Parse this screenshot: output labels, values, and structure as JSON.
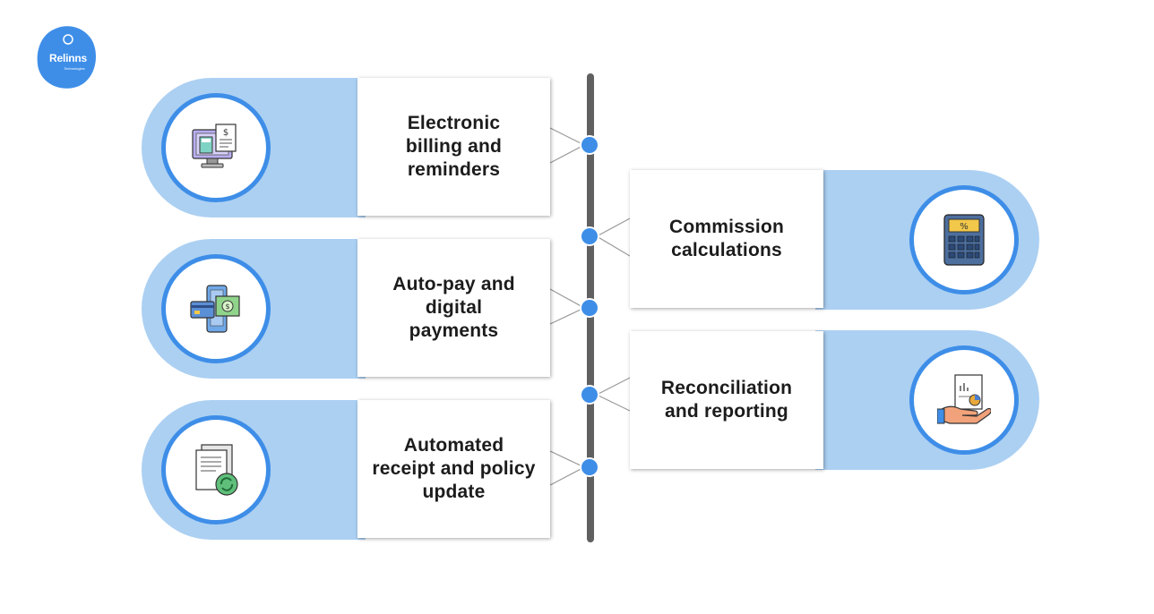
{
  "logo": {
    "text": "Relinns",
    "subtext": "Technologies"
  },
  "steps": {
    "billing": {
      "label_lines": [
        "Electronic",
        "billing and",
        "reminders"
      ],
      "icon": "monitor-invoice-icon"
    },
    "autopay": {
      "label_lines": [
        "Auto-pay and",
        "digital",
        "payments"
      ],
      "icon": "card-cash-icon"
    },
    "receipt": {
      "label_lines": [
        "Automated",
        "receipt and policy",
        "update"
      ],
      "icon": "document-refresh-icon"
    },
    "commission": {
      "label_lines": [
        "Commission",
        "calculations"
      ],
      "icon": "calculator-icon"
    },
    "reconciliation": {
      "label_lines": [
        "Reconciliation",
        "and reporting"
      ],
      "icon": "hand-report-icon"
    }
  },
  "colors": {
    "accent": "#3e8ee8",
    "pill": "#acd0f2",
    "spine": "#606060"
  }
}
